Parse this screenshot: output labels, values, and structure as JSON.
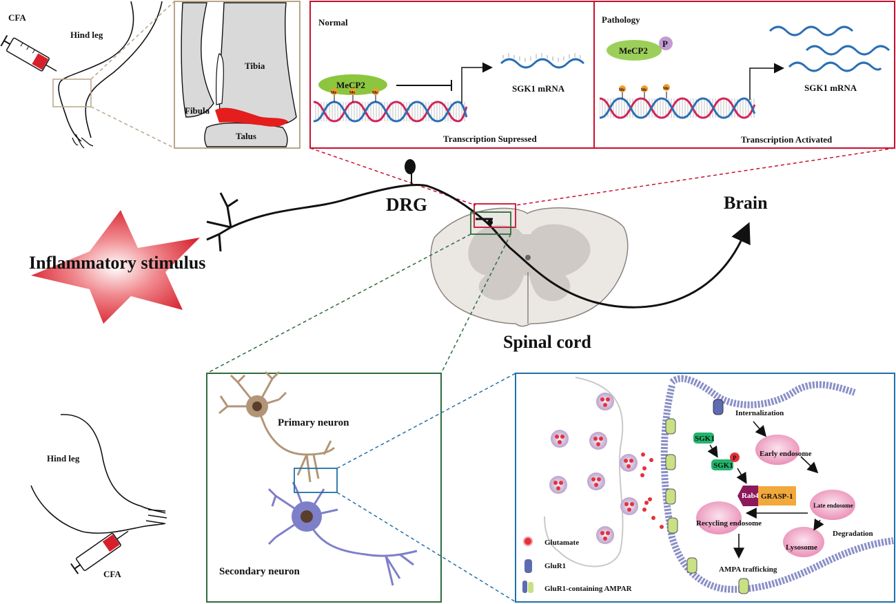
{
  "top_left": {
    "cfa": "CFA",
    "hind_leg": "Hind leg"
  },
  "ankle": {
    "tibia": "Tibia",
    "fibula": "Fibula",
    "talus": "Talus"
  },
  "normal_panel": {
    "title": "Normal",
    "mecp2": "MeCP2",
    "me": "Me",
    "mrna": "SGK1 mRNA",
    "caption": "Transcription  Supressed"
  },
  "pathology_panel": {
    "title": "Pathology",
    "mecp2": "MeCP2",
    "p": "P",
    "me": "Me",
    "mrna": "SGK1 mRNA",
    "caption": "Transcription  Activated"
  },
  "middle": {
    "drg": "DRG",
    "brain": "Brain",
    "stimulus": "Inflammatory stimulus",
    "spinal_cord": "Spinal cord"
  },
  "bottom_left": {
    "hind_leg": "Hind leg",
    "cfa": "CFA"
  },
  "neuron_panel": {
    "primary": "Primary neuron",
    "secondary": "Secondary neuron"
  },
  "synapse_panel": {
    "internalization": "Internalization",
    "sgk1": "SGK1",
    "p": "P",
    "early_endosome": "Early endosome",
    "rab4": "Rab4",
    "grasp1": "GRASP-1",
    "late_endosome": "Late endosome",
    "recycling_endosome": "Recycling endosome",
    "degradation": "Degradation",
    "lysosome": "Lysosome",
    "ampa_trafficking": "AMPA trafficking",
    "legend": [
      {
        "label": "Glutamate"
      },
      {
        "label": "GluR1"
      },
      {
        "label": "GluR1-containing AMPAR"
      }
    ]
  },
  "colors": {
    "red_frame": "#c8102e",
    "green_frame": "#2e6b3a",
    "blue_frame": "#1f6fa8",
    "tan_frame": "#b9a489",
    "dna_red": "#d0245a",
    "dna_blue": "#2a6fb5",
    "mecp2": "#8cc63f",
    "neuron_primary": "#b29577",
    "neuron_secondary": "#7e7fc9"
  }
}
